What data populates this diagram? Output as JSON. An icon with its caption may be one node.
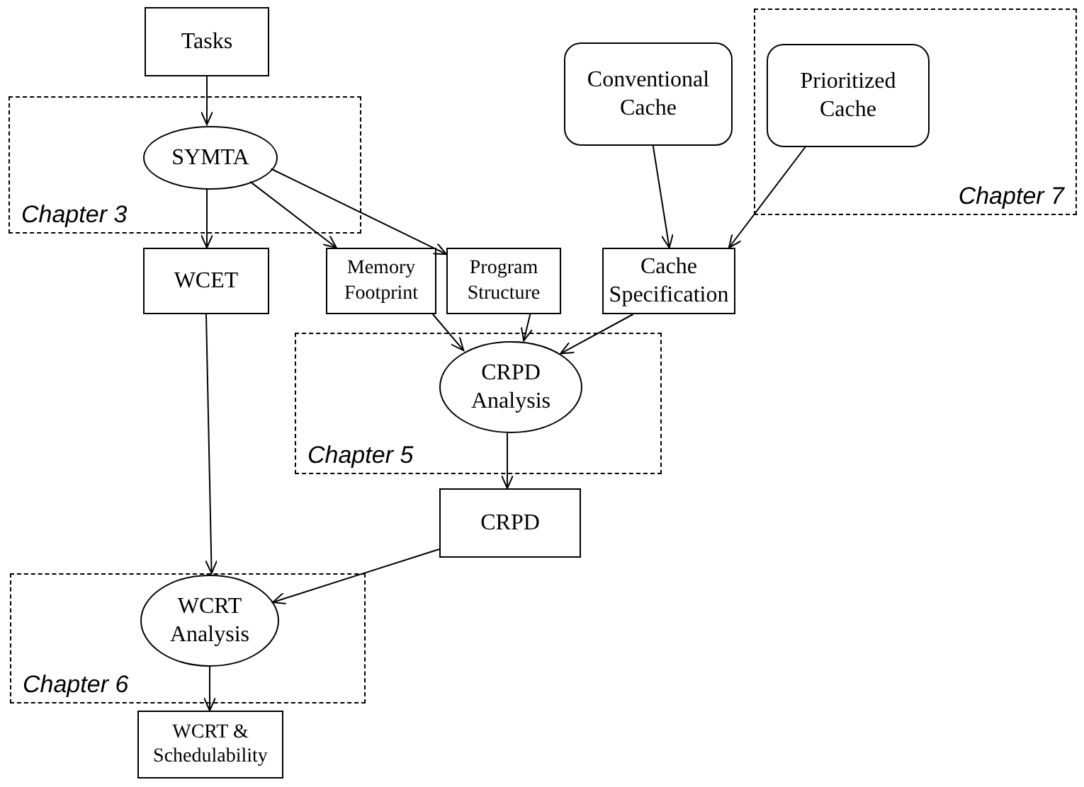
{
  "diagram": {
    "nodes": [
      {
        "text": [
          "Tasks"
        ]
      },
      {
        "text": [
          "Chapter 3"
        ]
      },
      {
        "text": [
          "SYMTA"
        ],
        "in": 1
      },
      {
        "text": [
          "Chapter 7"
        ]
      },
      {
        "text": [
          "Conventional Cache"
        ]
      },
      {
        "text": [
          "Prioritized Cache"
        ],
        "in": 3
      },
      {
        "text": [
          "WCET"
        ]
      },
      {
        "text": [
          "Memory Footprint"
        ]
      },
      {
        "text": [
          "Program Structure"
        ]
      },
      {
        "text": [
          "Cache Specification"
        ]
      },
      {
        "text": [
          "Chapter 5"
        ]
      },
      {
        "text": [
          "CRPD Analysis"
        ],
        "in": 10
      },
      {
        "text": [
          "CRPD"
        ]
      },
      {
        "text": [
          "Chapter 6"
        ]
      },
      {
        "text": [
          "WCRT Analysis"
        ],
        "in": 13
      },
      {
        "text": [
          "WCRT & Schedulability"
        ]
      }
    ],
    "edges": [
      {
        "from": 0,
        "to": 2,
        "arrow": "to"
      },
      {
        "from": 2,
        "to": 6,
        "arrow": "to"
      },
      {
        "from": 2,
        "to": 7,
        "arrow": "to"
      },
      {
        "from": 2,
        "to": 8,
        "arrow": "to"
      },
      {
        "from": 4,
        "to": 9,
        "arrow": "to"
      },
      {
        "from": 5,
        "to": 9,
        "arrow": "to"
      },
      {
        "from": 7,
        "to": 11,
        "arrow": "to"
      },
      {
        "from": 8,
        "to": 11,
        "arrow": "to"
      },
      {
        "from": 9,
        "to": 11,
        "arrow": "to"
      },
      {
        "from": 11,
        "to": 12,
        "arrow": "to"
      },
      {
        "from": 6,
        "to": 14,
        "arrow": "to"
      },
      {
        "from": 12,
        "to": 14,
        "arrow": "to"
      },
      {
        "from": 14,
        "to": 15,
        "arrow": "to"
      }
    ]
  }
}
